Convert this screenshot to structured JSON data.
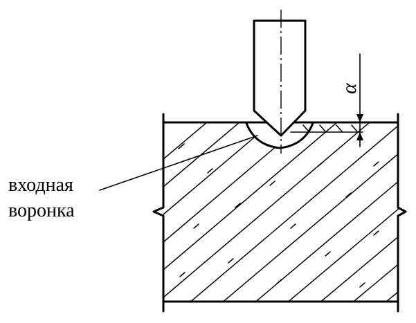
{
  "callout": {
    "line1": "входная",
    "line2": "воронка"
  },
  "dimension": {
    "label": "α"
  }
}
